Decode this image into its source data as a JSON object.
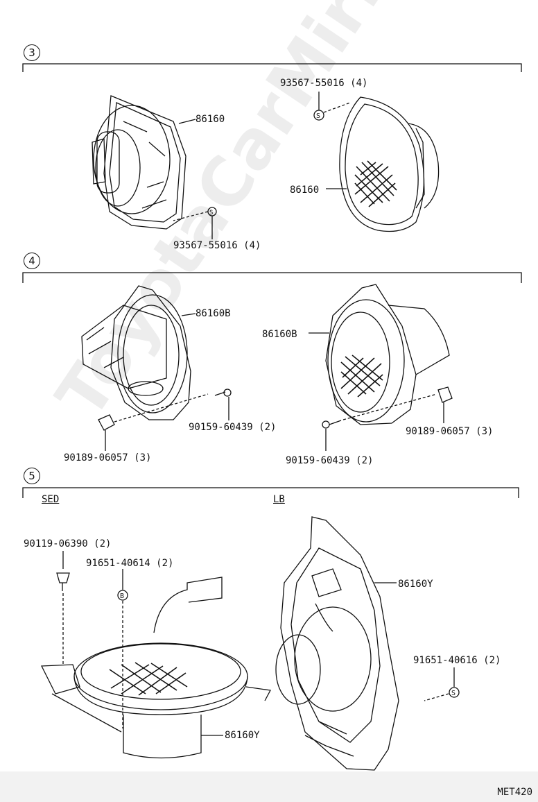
{
  "sections": [
    {
      "id": "3",
      "labels": [
        "86160",
        "93567-55016 (4)",
        "93567-55016 (4)",
        "86160"
      ]
    },
    {
      "id": "4",
      "labels": [
        "86160B",
        "86160B",
        "90159-60439 (2)",
        "90189-06057 (3)",
        "90159-60439 (2)",
        "90189-06057 (3)"
      ]
    },
    {
      "id": "5",
      "sub": [
        "SED",
        "LB"
      ],
      "labels": [
        "90119-06390 (2)",
        "91651-40614 (2)",
        "86160Y",
        "86160Y",
        "91651-40616 (2)"
      ]
    }
  ],
  "watermark": "ToyotaCarMirror.ru",
  "figure_code": "MET420",
  "colors": {
    "line": "#111111",
    "background": "#ffffff"
  }
}
